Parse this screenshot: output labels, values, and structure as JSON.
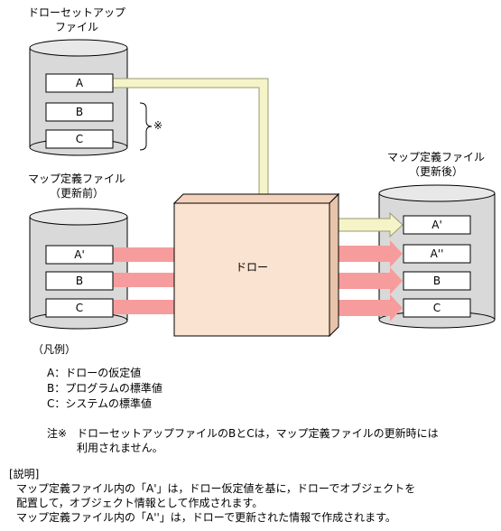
{
  "labels": {
    "setup_title_line1": "ドローセットアップ",
    "setup_title_line2": "ファイル",
    "mapdef_before_line1": "マップ定義ファイル",
    "mapdef_before_line2": "（更新前）",
    "mapdef_after_line1": "マップ定義ファイル",
    "mapdef_after_line2": "（更新後）",
    "draw_box": "ドロー",
    "note_mark": "※"
  },
  "setup_records": [
    "A",
    "B",
    "C"
  ],
  "before_records": [
    "A'",
    "B",
    "C"
  ],
  "after_records": [
    "A'",
    "A''",
    "B",
    "C"
  ],
  "legend": {
    "title": "（凡例）",
    "items": [
      "A：ドローの仮定値",
      "B：プログラムの標準値",
      "C：システムの標準値"
    ]
  },
  "note": {
    "label": "注※",
    "line1": "ドローセットアップファイルのBとCは，マップ定義ファイルの更新時には",
    "line2": "利用されません。"
  },
  "explanation": {
    "title": "[説明]",
    "lines": [
      "マップ定義ファイル内の「A'」は，ドロー仮定値を基に，ドローでオブジェクトを",
      "配置して，オブジェクト情報として作成されます。",
      "マップ定義ファイル内の「A''」は，ドローで更新された情報で作成されます。"
    ]
  },
  "colors": {
    "cylinder_fill": "#d9d9d9",
    "cylinder_stroke": "#000000",
    "draw_box_fill": "#fae3d0",
    "arrow_pink": "#f79c9c",
    "connector_cream": "#f4f4c8"
  }
}
